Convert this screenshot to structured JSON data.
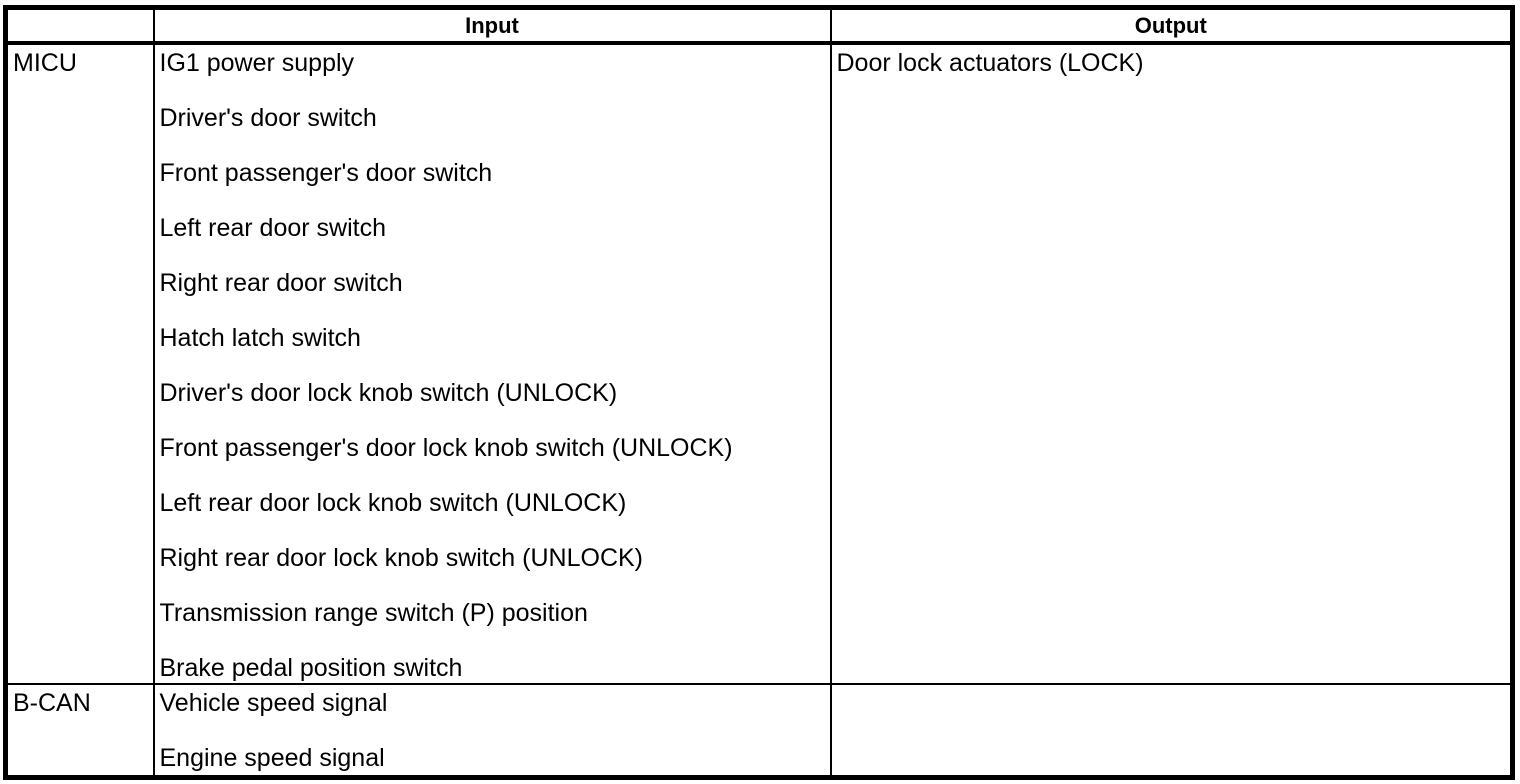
{
  "colors": {
    "text": "#000000",
    "border": "#000000",
    "background": "#ffffff"
  },
  "table": {
    "columns": [
      {
        "label": ""
      },
      {
        "label": "Input"
      },
      {
        "label": "Output"
      }
    ],
    "rows": [
      {
        "source": "MICU",
        "inputs": [
          "IG1 power supply",
          "Driver's door switch",
          "Front passenger's door switch",
          "Left rear door switch",
          "Right rear door switch",
          "Hatch latch switch",
          "Driver's door lock knob switch (UNLOCK)",
          "Front passenger's door lock knob switch (UNLOCK)",
          "Left rear door lock knob switch (UNLOCK)",
          "Right rear door lock knob switch (UNLOCK)",
          "Transmission range switch (P) position",
          "Brake pedal position switch"
        ],
        "outputs": [
          "Door lock actuators (LOCK)"
        ]
      },
      {
        "source": "B-CAN",
        "inputs": [
          "Vehicle speed signal",
          "Engine speed signal"
        ],
        "outputs": []
      }
    ]
  }
}
